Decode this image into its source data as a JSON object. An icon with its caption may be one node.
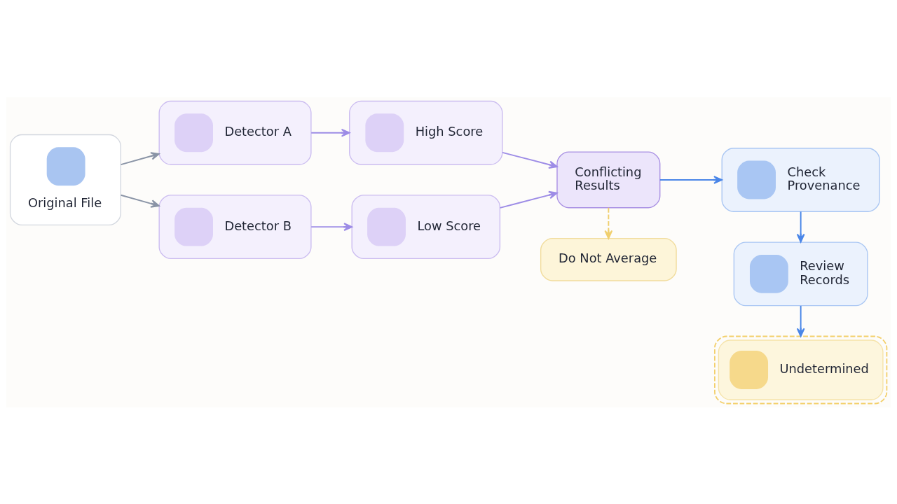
{
  "diagram": {
    "nodes": [
      {
        "text": [
          "Original File"
        ]
      },
      {
        "text": [
          "Detector A"
        ]
      },
      {
        "text": [
          "High Score"
        ]
      },
      {
        "text": [
          "Detector B"
        ]
      },
      {
        "text": [
          "Low Score"
        ]
      },
      {
        "text": [
          "Conflicting Results"
        ]
      },
      {
        "text": [
          "Do Not Average"
        ]
      },
      {
        "text": [
          "Check Provenance"
        ]
      },
      {
        "text": [
          "Review Records"
        ]
      },
      {
        "text": [
          "Undetermined"
        ]
      }
    ],
    "edges": [
      {
        "from": 0,
        "to": 1,
        "arrow": "to",
        "color": "#8a94a6"
      },
      {
        "from": 0,
        "to": 3,
        "arrow": "to",
        "color": "#8a94a6"
      },
      {
        "from": 1,
        "to": 2,
        "arrow": "to"
      },
      {
        "from": 3,
        "to": 4,
        "arrow": "to"
      },
      {
        "from": 2,
        "to": 5,
        "arrow": "to"
      },
      {
        "from": 4,
        "to": 5,
        "arrow": "to"
      },
      {
        "from": 5,
        "to": 6,
        "arrow": "to",
        "style": "dashed",
        "color": "#f0cf6e"
      },
      {
        "from": 5,
        "to": 7,
        "arrow": "to",
        "color": "#4a86e8"
      },
      {
        "from": 7,
        "to": 8,
        "arrow": "to",
        "color": "#4a86e8"
      },
      {
        "from": 8,
        "to": 9,
        "arrow": "to",
        "color": "#4a86e8"
      }
    ]
  }
}
